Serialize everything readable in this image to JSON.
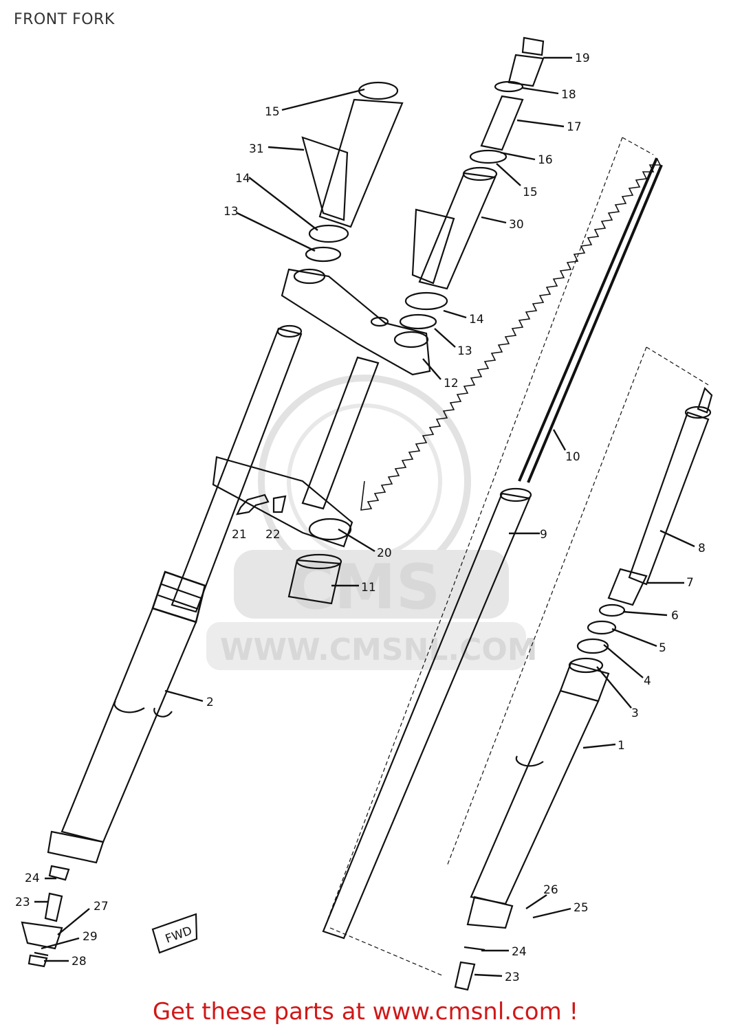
{
  "title": "FRONT FORK",
  "footer": "Get these parts at www.cmsnl.com !",
  "watermark": {
    "brand": "CMS",
    "url": "WWW.CMSNL.COM"
  },
  "stamp": "FWD",
  "labels": {
    "p1": "1",
    "p2": "2",
    "p3": "3",
    "p4": "4",
    "p5": "5",
    "p6": "6",
    "p7": "7",
    "p8": "8",
    "p9": "9",
    "p10": "10",
    "p11": "11",
    "p12": "12",
    "p13a": "13",
    "p13b": "13",
    "p14a": "14",
    "p14b": "14",
    "p15a": "15",
    "p15b": "15",
    "p16": "16",
    "p17": "17",
    "p18": "18",
    "p19": "19",
    "p20": "20",
    "p21": "21",
    "p22": "22",
    "p23a": "23",
    "p23b": "23",
    "p24a": "24",
    "p24b": "24",
    "p25": "25",
    "p26": "26",
    "p27": "27",
    "p28": "28",
    "p29": "29",
    "p30": "30",
    "p31": "31"
  },
  "colors": {
    "footer": "#d01818",
    "line": "#111111",
    "watermark": "#d8d8d8"
  }
}
